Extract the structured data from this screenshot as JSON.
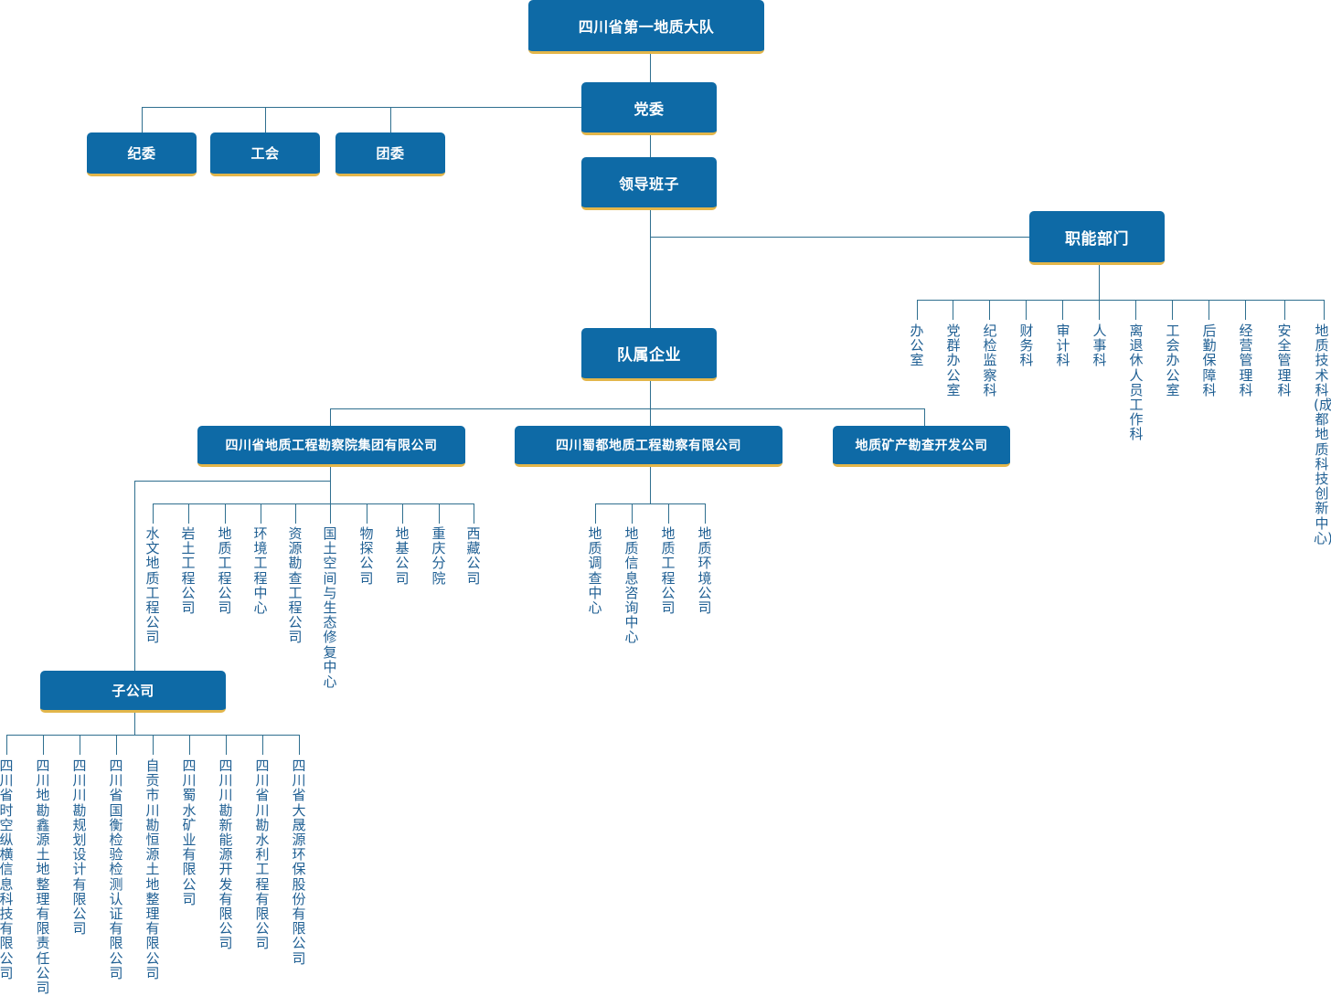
{
  "root": "四川省第一地质大队",
  "party": "党委",
  "party_subs": [
    "纪委",
    "工会",
    "团委"
  ],
  "leadership": "领导班子",
  "functional": {
    "title": "职能部门",
    "items": [
      "办公室",
      "党群办公室",
      "纪检监察科",
      "财务科",
      "审计科",
      "人事科",
      "离退休人员工作科",
      "工会办公室",
      "后勤保障科",
      "经营管理科",
      "安全管理科",
      "地质技术科(成都地质科技创新中心)"
    ]
  },
  "enterprises": {
    "title": "队属企业",
    "companies": [
      {
        "name": "四川省地质工程勘察院集团有限公司",
        "items": [
          "水文地质工程公司",
          "岩土工程公司",
          "地质工程公司",
          "环境工程中心",
          "资源勘查工程公司",
          "国土空间与生态修复中心",
          "物探公司",
          "地基公司",
          "重庆分院",
          "西藏公司"
        ]
      },
      {
        "name": "四川蜀都地质工程勘察有限公司",
        "items": [
          "地质调查中心",
          "地质信息咨询中心",
          "地质工程公司",
          "地质环境公司"
        ]
      },
      {
        "name": "地质矿产勘查开发公司",
        "items": []
      }
    ]
  },
  "subsidiaries": {
    "title": "子公司",
    "items": [
      "四川省时空纵横信息科技有限公司",
      "四川地勘鑫源土地整理有限责任公司",
      "四川川勘规划设计有限公司",
      "四川省国衡检验检测认证有限公司",
      "自贡市川勘恒源土地整理有限公司",
      "四川蜀水矿业有限公司",
      "四川川勘新能源开发有限公司",
      "四川省川勘水利工程有限公司",
      "四川省大晟源环保股份有限公司"
    ]
  },
  "colors": {
    "box": "#0e6aa6",
    "accent": "#e3b64a",
    "line": "#2f6f8f",
    "text": "#1f5f93"
  }
}
